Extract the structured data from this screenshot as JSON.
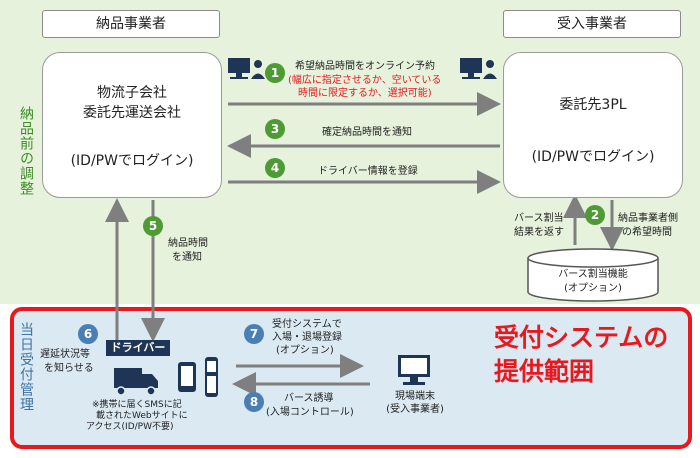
{
  "headers": {
    "supplier": "納品事業者",
    "receiver": "受入事業者"
  },
  "sections": {
    "pre_adjust": "納品前の調整",
    "day_of": "当日受付管理"
  },
  "supplier_box": {
    "line1": "物流子会社",
    "line2": "委託先運送会社",
    "line3": "(ID/PWでログイン)"
  },
  "receiver_box": {
    "line1": "委託先3PL",
    "line2": "(ID/PWでログイン)"
  },
  "steps": {
    "s1": {
      "num": "1",
      "label": "希望納品時間をオンライン予約",
      "note1": "(幅広に指定させるか、空いている",
      "note2": "時間に限定するか、選択可能)"
    },
    "s2": {
      "num": "2",
      "label1": "納品事業者側",
      "label2": "の希望時間"
    },
    "s2b": {
      "label1": "バース割当",
      "label2": "結果を返す"
    },
    "s3": {
      "num": "3",
      "label": "確定納品時間を通知"
    },
    "s4": {
      "num": "4",
      "label": "ドライバー情報を登録"
    },
    "s5": {
      "num": "5",
      "label1": "納品時間",
      "label2": "を通知"
    },
    "s6": {
      "num": "6",
      "label1": "遅延状況等",
      "label2": "を知らせる"
    },
    "s7": {
      "num": "7",
      "label1": "受付システムで",
      "label2": "入場・退場登録",
      "label3": "(オプション)"
    },
    "s8": {
      "num": "8",
      "label1": "バース誘導",
      "label2": "(入場コントロール)"
    }
  },
  "berth_db": {
    "line1": "バース割当機能",
    "line2": "(オプション)"
  },
  "driver": {
    "tag": "ドライバー",
    "note1": "※携帯に届くSMSに記",
    "note2": "載されたWebサイトに",
    "note3": "アクセス(ID/PW不要)"
  },
  "terminal": {
    "line1": "現場端末",
    "line2": "(受入事業者)"
  },
  "scope": {
    "line1": "受付システムの",
    "line2": "提供範囲"
  },
  "colors": {
    "green_bg": "#e6f2dc",
    "blue_bg": "#dbe9f2",
    "red": "#e8181f",
    "arrow": "#7f7f7f",
    "step_green": "#4e9a34",
    "step_blue": "#4a7fb5",
    "navy": "#1f3556"
  }
}
